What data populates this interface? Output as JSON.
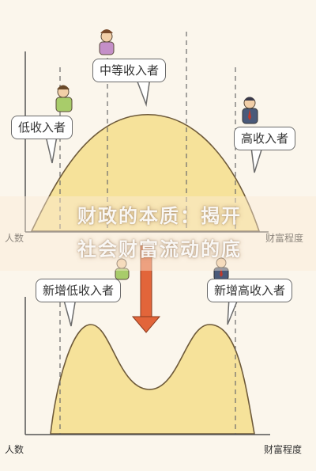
{
  "top_diagram": {
    "callouts": {
      "middle": "中等收入者",
      "low": "低收入者",
      "high": "高收入者"
    },
    "y_axis_label": "人数",
    "x_axis_label": "财富程度"
  },
  "overlay": {
    "line1": "财政的本质：揭开",
    "line2": "社会财富流动的底"
  },
  "bottom_diagram": {
    "callouts": {
      "new_low": "新增低收入者",
      "new_high": "新增高收入者"
    },
    "y_axis_label": "人数",
    "x_axis_label": "财富程度"
  },
  "colors": {
    "curve_fill": "#f6e29a",
    "curve_stroke": "#6e5a3a",
    "arrow": "#e2653a",
    "background": "#fbf6ec"
  }
}
